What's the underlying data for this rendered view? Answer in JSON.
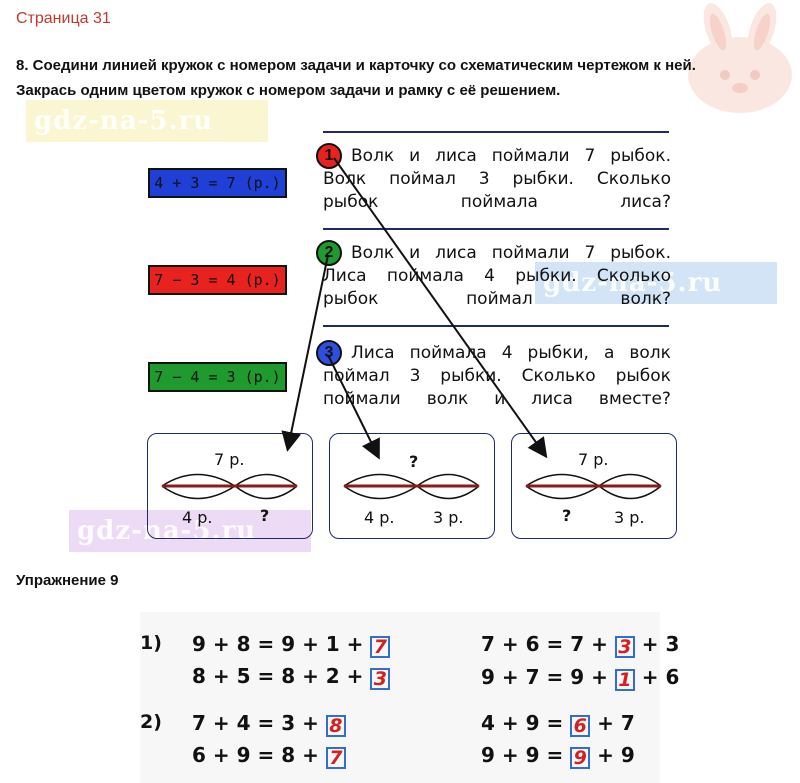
{
  "page_heading": "Страница 31",
  "task8": {
    "line1": "8. Соедини линией кружок с номером задачи и карточку со схематическим чертежом к ней.",
    "line2": "Закрась одним цветом кружок с номером задачи и рамку с её решением."
  },
  "watermark": "gdz-na-5.ru",
  "equation_cards": [
    {
      "text": "4 + 3 = 7  (р.)",
      "color": "#1f3fd6"
    },
    {
      "text": "7 − 3 = 4  (р.)",
      "color": "#e8231f"
    },
    {
      "text": "7 − 4 = 3  (р.)",
      "color": "#1f9a2f"
    }
  ],
  "problems": [
    {
      "number": "1",
      "circle_color": "#e8231f",
      "lines": [
        "Волк и лиса поймали 7 рыбок.",
        "Волк поймал 3 рыбки. Сколько",
        "рыбок поймала лиса?"
      ]
    },
    {
      "number": "2",
      "circle_color": "#1f9a2f",
      "lines": [
        "Волк и лиса поймали 7 рыбок.",
        "Лиса поймала 4 рыбки. Сколько",
        "рыбок поймал волк?"
      ]
    },
    {
      "number": "3",
      "circle_color": "#2f4fe0",
      "lines": [
        "Лиса поймала 4 рыбки, а волк",
        "поймал 3 рыбки. Сколько рыбок",
        "поймали волк и лиса вместе?"
      ]
    }
  ],
  "diagrams": [
    {
      "top": "7 р.",
      "left": "4 р.",
      "right": "?"
    },
    {
      "top": "?",
      "left": "4 р.",
      "right": "3 р."
    },
    {
      "top": "7 р.",
      "left": "?",
      "right": "3 р."
    }
  ],
  "exercise9": {
    "heading": "Упражнение 9",
    "label1": "1)",
    "label2": "2)",
    "rows": [
      {
        "pre": "9 + 8 = 9 + 1 + ",
        "ans": "7",
        "post": ""
      },
      {
        "pre": "8 + 5 = 8 + 2 + ",
        "ans": "3",
        "post": ""
      },
      {
        "pre": "7 + 6 = 7 + ",
        "ans": "3",
        "post": " + 3"
      },
      {
        "pre": "9 + 7 = 9 + ",
        "ans": "1",
        "post": " + 6"
      },
      {
        "pre": "7 + 4 = 3 + ",
        "ans": "8",
        "post": ""
      },
      {
        "pre": "6 + 9 = 8 + ",
        "ans": "7",
        "post": ""
      },
      {
        "pre": "4 + 9 = ",
        "ans": "6",
        "post": " + 7"
      },
      {
        "pre": "9 + 9 = ",
        "ans": "9",
        "post": " + 9"
      }
    ]
  },
  "colors": {
    "rule": "#1f2a6b",
    "answer_box": "#2f6fd1",
    "answer_digit": "#d62020",
    "heading": "#c0392b"
  },
  "icons": {
    "logo": "bunny-logo-icon"
  }
}
